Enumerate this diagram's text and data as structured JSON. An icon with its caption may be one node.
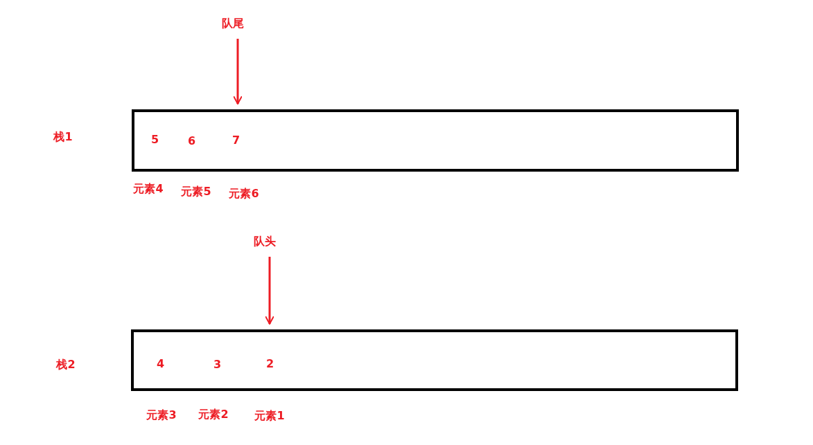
{
  "diagram": {
    "nodes": [
      {
        "text": [
          "队尾"
        ]
      },
      {
        "text": [],
        "shape": "box"
      },
      {
        "text": [
          "5"
        ],
        "in": 1
      },
      {
        "text": [
          "6"
        ],
        "in": 1
      },
      {
        "text": [
          "7"
        ],
        "in": 1
      },
      {
        "text": [
          "队头"
        ]
      },
      {
        "text": [],
        "shape": "box"
      },
      {
        "text": [
          "4"
        ],
        "in": 6
      },
      {
        "text": [
          "3"
        ],
        "in": 6
      },
      {
        "text": [
          "2"
        ],
        "in": 6
      }
    ],
    "labels": [
      "栈1",
      "元素4",
      "元素5",
      "元素6",
      "栈2",
      "元素3",
      "元素2",
      "元素1"
    ],
    "edges": [
      {
        "from": 0,
        "to": 1,
        "arrow": "to"
      },
      {
        "from": 5,
        "to": 6,
        "arrow": "to"
      }
    ]
  }
}
